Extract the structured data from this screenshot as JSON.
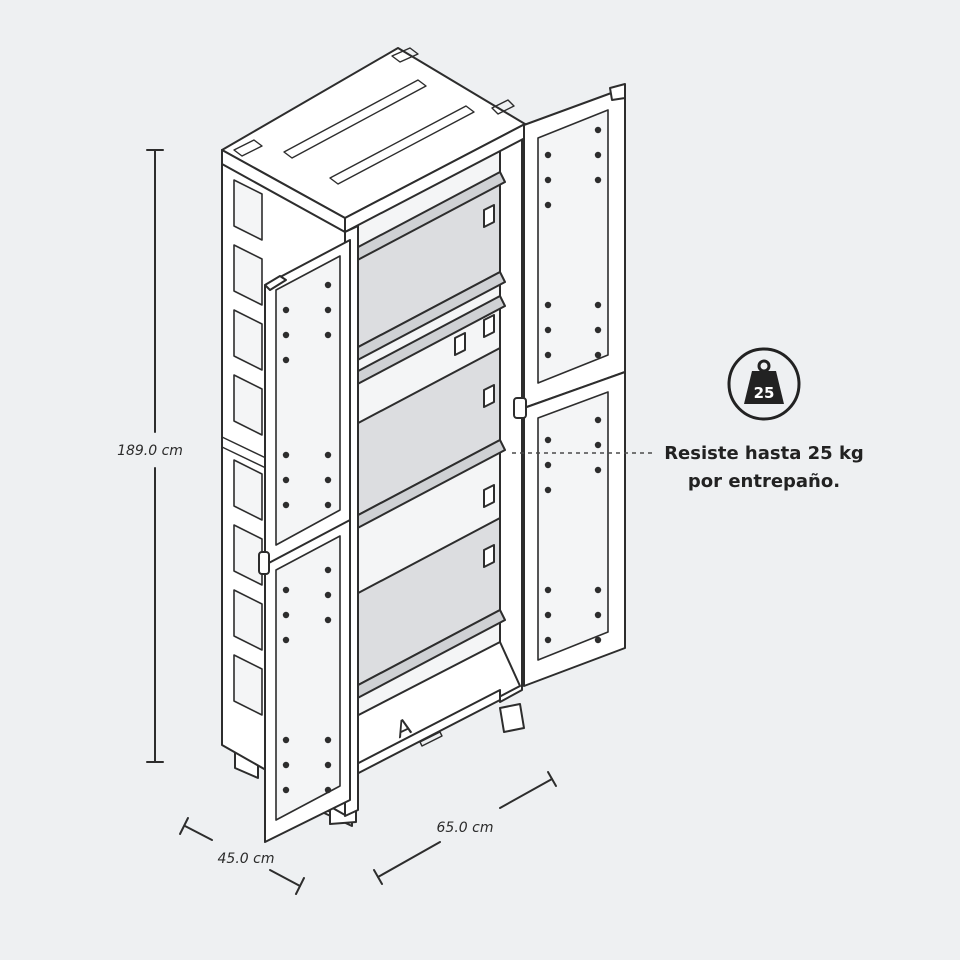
{
  "dimensions": {
    "height_label": "189.0 cm",
    "width_label": "65.0 cm",
    "depth_label": "45.0 cm"
  },
  "load_badge": {
    "icon": "weight-icon",
    "value": "25",
    "line1": "Resiste hasta 25 kg",
    "line2": "por entrepaño."
  },
  "cabinet": {
    "shelf_mark": "A"
  },
  "colors": {
    "background": "#eef0f2",
    "stroke": "#2d2d2d",
    "shelf": "#dcdde0"
  }
}
